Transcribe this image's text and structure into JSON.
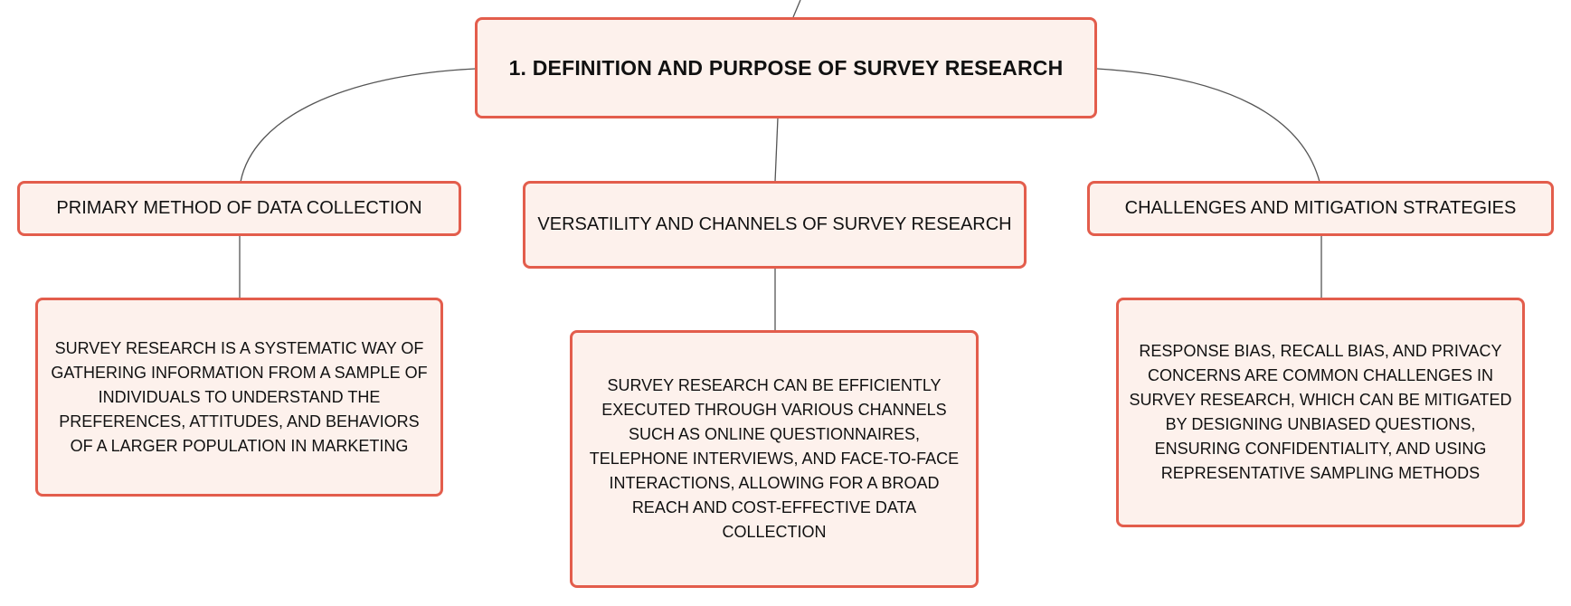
{
  "root": {
    "label": "1. DEFINITION AND PURPOSE OF SURVEY RESEARCH"
  },
  "branches": [
    {
      "label": "PRIMARY METHOD OF DATA COLLECTION",
      "detail": "SURVEY RESEARCH IS A SYSTEMATIC WAY OF GATHERING INFORMATION FROM A SAMPLE OF INDIVIDUALS TO UNDERSTAND THE PREFERENCES, ATTITUDES, AND BEHAVIORS OF A LARGER POPULATION IN MARKETING"
    },
    {
      "label": "VERSATILITY AND CHANNELS OF SURVEY RESEARCH",
      "detail": "SURVEY RESEARCH CAN BE EFFICIENTLY EXECUTED THROUGH VARIOUS CHANNELS SUCH AS ONLINE QUESTIONNAIRES, TELEPHONE INTERVIEWS, AND FACE-TO-FACE INTERACTIONS, ALLOWING FOR A BROAD REACH AND COST-EFFECTIVE DATA COLLECTION"
    },
    {
      "label": "CHALLENGES AND MITIGATION STRATEGIES",
      "detail": "RESPONSE BIAS, RECALL BIAS, AND PRIVACY CONCERNS ARE COMMON CHALLENGES IN SURVEY RESEARCH, WHICH CAN BE MITIGATED BY DESIGNING UNBIASED QUESTIONS, ENSURING CONFIDENTIALITY, AND USING REPRESENTATIVE SAMPLING METHODS"
    }
  ],
  "colors": {
    "node_border": "#e35d4c",
    "node_fill": "#fdf1ec",
    "connector": "#555555"
  }
}
